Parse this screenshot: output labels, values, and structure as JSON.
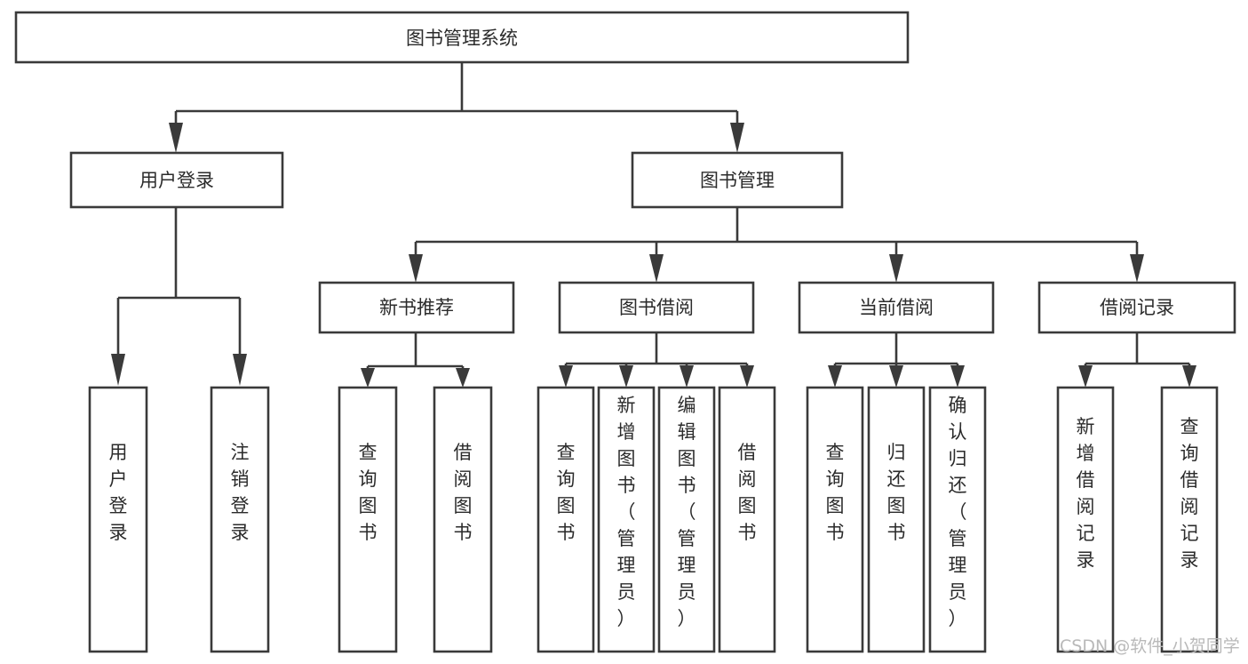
{
  "diagram": {
    "title": "图书管理系统",
    "type": "hierarchy-tree",
    "orientation": "top-down",
    "background_color": "#ffffff",
    "line_color": "#3a3a3a",
    "text_color": "#2b2b2b",
    "root": {
      "label": "图书管理系统",
      "text_orientation": "horizontal"
    },
    "level2": [
      {
        "label": "用户登录",
        "text_orientation": "horizontal"
      },
      {
        "label": "图书管理",
        "text_orientation": "horizontal"
      }
    ],
    "level3": [
      {
        "label": "新书推荐",
        "text_orientation": "horizontal",
        "parent": "图书管理"
      },
      {
        "label": "图书借阅",
        "text_orientation": "horizontal",
        "parent": "图书管理"
      },
      {
        "label": "当前借阅",
        "text_orientation": "horizontal",
        "parent": "图书管理"
      },
      {
        "label": "借阅记录",
        "text_orientation": "horizontal",
        "parent": "图书管理"
      }
    ],
    "leaves": {
      "user_login": [
        {
          "label": "用户登录",
          "chars": [
            "用",
            "户",
            "登",
            "录"
          ],
          "align": "bottom"
        },
        {
          "label": "注销登录",
          "chars": [
            "注",
            "销",
            "登",
            "录"
          ],
          "align": "bottom"
        }
      ],
      "new_book_recommend": [
        {
          "label": "查询图书",
          "chars": [
            "查",
            "询",
            "图",
            "书"
          ],
          "align": "bottom"
        },
        {
          "label": "借阅图书",
          "chars": [
            "借",
            "阅",
            "图",
            "书"
          ],
          "align": "bottom"
        }
      ],
      "book_borrow": [
        {
          "label": "查询图书",
          "chars": [
            "查",
            "询",
            "图",
            "书"
          ],
          "align": "bottom"
        },
        {
          "label": "新增图书（管理员）",
          "chars": [
            "新",
            "增",
            "图",
            "书",
            "（",
            "管",
            "理",
            "员",
            "）"
          ],
          "align": "top"
        },
        {
          "label": "编辑图书（管理员）",
          "chars": [
            "编",
            "辑",
            "图",
            "书",
            "（",
            "管",
            "理",
            "员",
            "）"
          ],
          "align": "top"
        },
        {
          "label": "借阅图书",
          "chars": [
            "借",
            "阅",
            "图",
            "书"
          ],
          "align": "bottom"
        }
      ],
      "current_borrow": [
        {
          "label": "查询图书",
          "chars": [
            "查",
            "询",
            "图",
            "书"
          ],
          "align": "bottom"
        },
        {
          "label": "归还图书",
          "chars": [
            "归",
            "还",
            "图",
            "书"
          ],
          "align": "bottom"
        },
        {
          "label": "确认归还（管理员）",
          "chars": [
            "确",
            "认",
            "归",
            "还",
            "（",
            "管",
            "理",
            "员",
            "）"
          ],
          "align": "top"
        }
      ],
      "borrow_record": [
        {
          "label": "新增借阅记录",
          "chars": [
            "新",
            "增",
            "借",
            "阅",
            "记",
            "录"
          ],
          "align": "middle"
        },
        {
          "label": "查询借阅记录",
          "chars": [
            "查",
            "询",
            "借",
            "阅",
            "记",
            "录"
          ],
          "align": "middle"
        }
      ]
    },
    "watermark": "CSDN @软件_小贺同学"
  }
}
